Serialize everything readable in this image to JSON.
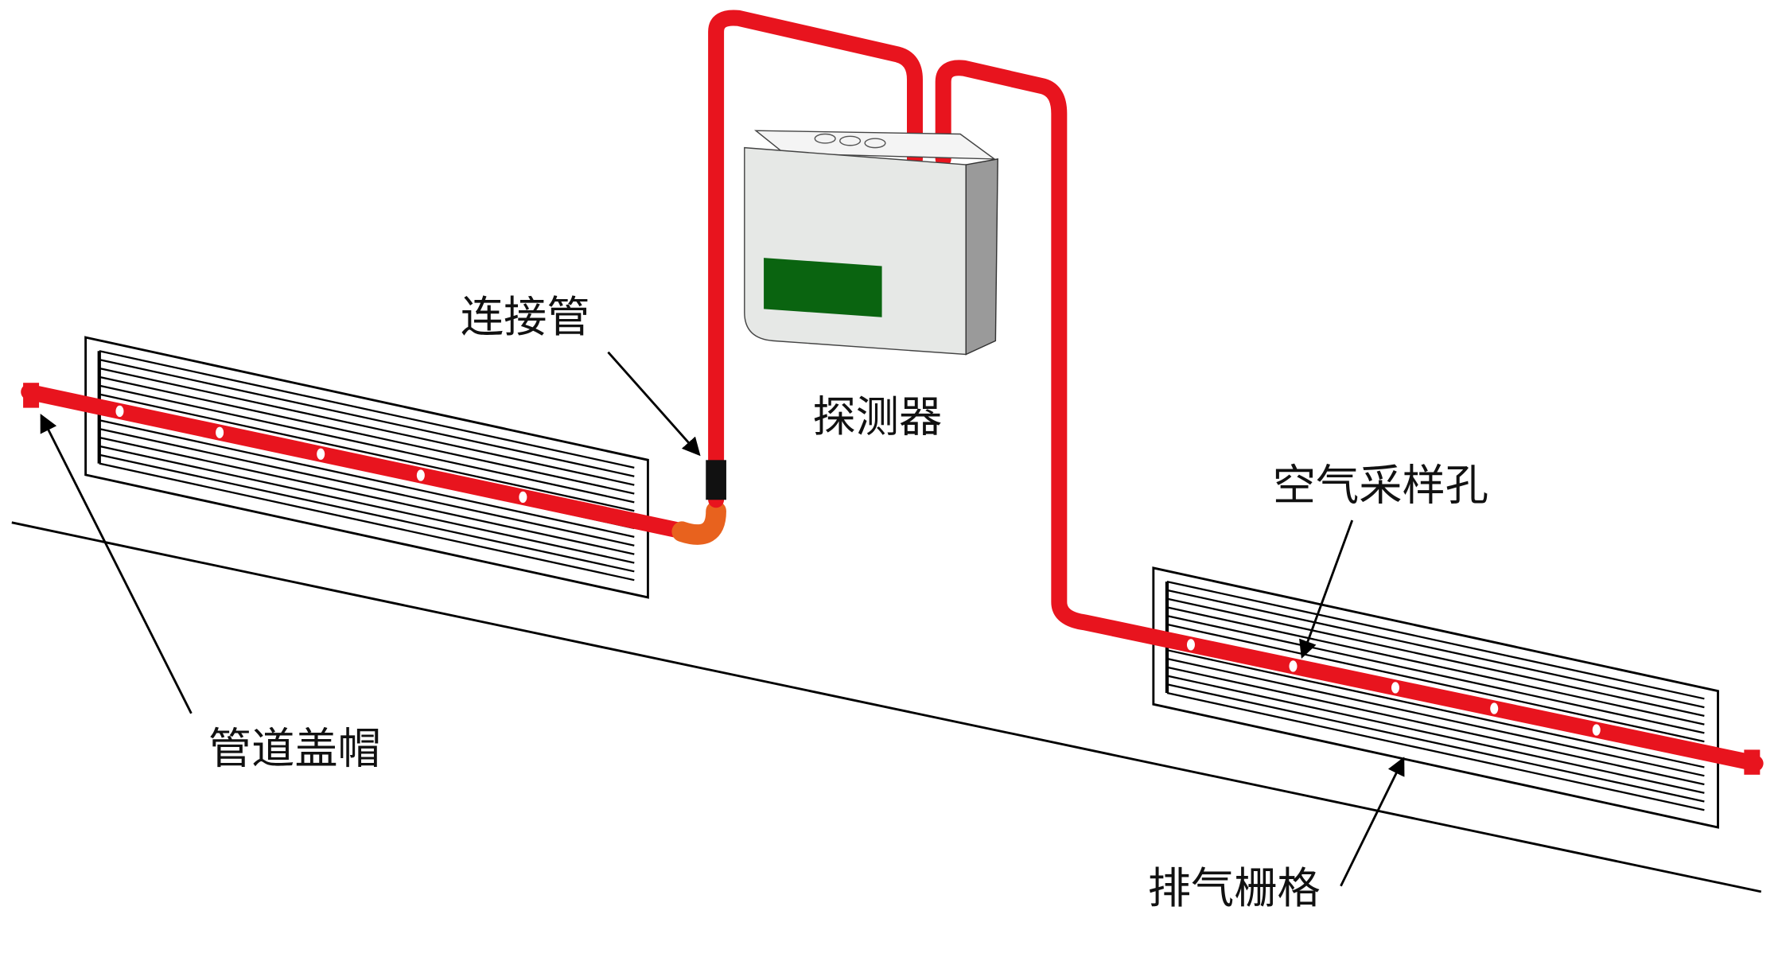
{
  "labels": {
    "connector_pipe": "连接管",
    "detector": "探测器",
    "sampling_hole": "空气采样孔",
    "end_cap": "管道盖帽",
    "exhaust_grille": "排气栅格"
  },
  "colors": {
    "pipe": "#e8141e",
    "elbow": "#e8621e",
    "display": "#0a6410",
    "detector_body": "#e6e8e6",
    "detector_side": "#9a9a9a"
  }
}
